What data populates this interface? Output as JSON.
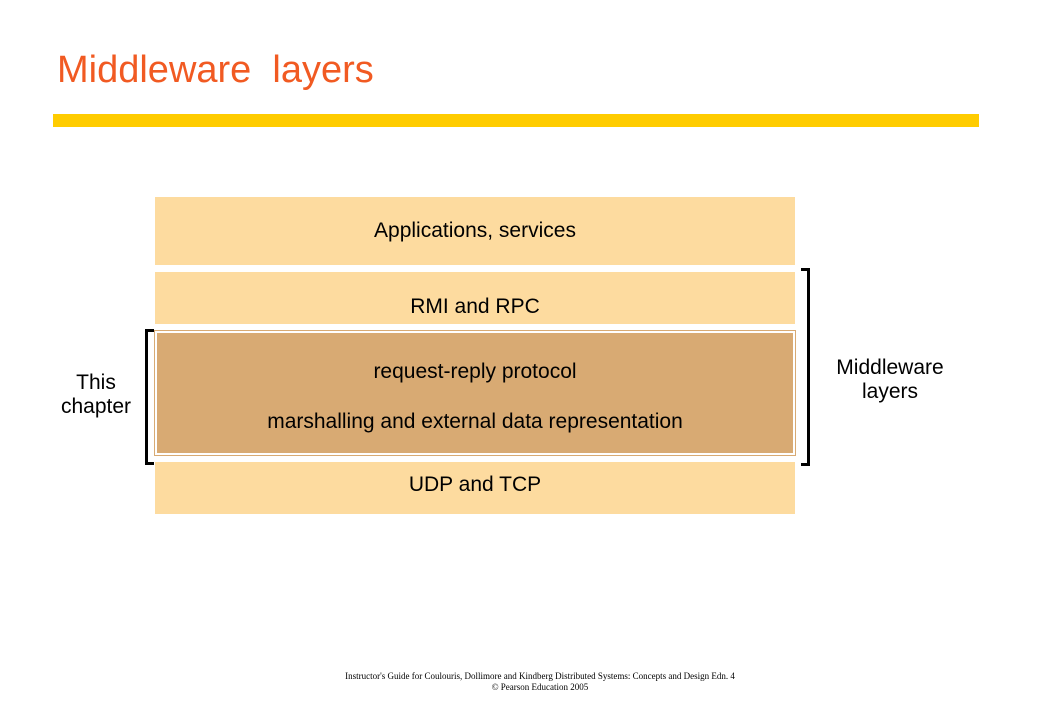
{
  "slide": {
    "title": "Middleware  layers"
  },
  "diagram": {
    "layers": {
      "applications": "Applications, services",
      "rmi_rpc": "RMI and RPC",
      "request_reply": "request-reply protocol",
      "marshalling": "marshalling and external data representation",
      "udp_tcp": "UDP and TCP"
    },
    "left_label": {
      "line1": "This",
      "line2": "chapter"
    },
    "right_label": {
      "line1": "Middleware",
      "line2": "layers"
    }
  },
  "footer": {
    "line1": "Instructor's Guide for  Coulouris, Dollimore and Kindberg   Distributed Systems: Concepts and Design   Edn. 4",
    "line2": "©  Pearson Education 2005"
  },
  "colors": {
    "title": "#f15a22",
    "rule": "#ffcc00",
    "layer_light": "#fddb9f",
    "layer_dark": "#d8aa73"
  }
}
